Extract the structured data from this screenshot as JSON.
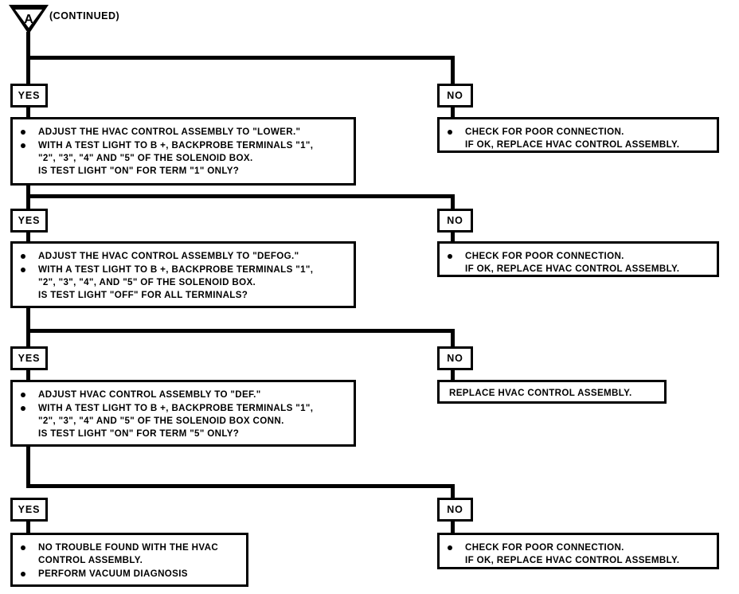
{
  "header": {
    "connector_icon": "triangle-connector-a",
    "connector_letter": "A",
    "label": "(CONTINUED)"
  },
  "labels": {
    "yes": "YES",
    "no": "NO"
  },
  "steps": [
    {
      "id": "step-1",
      "yes_label": "YES",
      "no_label": "NO",
      "yes_box": {
        "name": "step-1-question-box",
        "items": [
          "ADJUST THE HVAC CONTROL ASSEMBLY TO \"LOWER.\"",
          "WITH A TEST LIGHT TO B +, BACKPROBE TERMINALS \"1\",\n\"2\", \"3\", \"4\" AND \"5\" OF THE SOLENOID BOX.\nIS TEST LIGHT \"ON\" FOR TERM \"1\" ONLY?"
        ]
      },
      "no_box": {
        "name": "step-1-no-action-box",
        "items": [
          "CHECK FOR POOR CONNECTION.\nIF OK, REPLACE HVAC CONTROL ASSEMBLY."
        ]
      }
    },
    {
      "id": "step-2",
      "yes_label": "YES",
      "no_label": "NO",
      "yes_box": {
        "name": "step-2-question-box",
        "items": [
          "ADJUST THE HVAC CONTROL ASSEMBLY TO \"DEFOG.\"",
          "WITH A TEST LIGHT TO B +, BACKPROBE TERMINALS \"1\",\n\"2\", \"3\", \"4\", AND \"5\" OF THE SOLENOID BOX.\nIS TEST LIGHT \"OFF\" FOR ALL TERMINALS?"
        ]
      },
      "no_box": {
        "name": "step-2-no-action-box",
        "items": [
          "CHECK FOR POOR CONNECTION.\nIF OK, REPLACE HVAC CONTROL ASSEMBLY."
        ]
      }
    },
    {
      "id": "step-3",
      "yes_label": "YES",
      "no_label": "NO",
      "yes_box": {
        "name": "step-3-question-box",
        "items": [
          "ADJUST HVAC CONTROL ASSEMBLY TO \"DEF.\"",
          "WITH A TEST LIGHT TO B +, BACKPROBE TERMINALS \"1\",\n\"2\", \"3\", \"4\" AND \"5\" OF THE SOLENOID BOX CONN.\nIS TEST LIGHT \"ON\" FOR TERM \"5\" ONLY?"
        ]
      },
      "no_box": {
        "name": "step-3-no-action-box",
        "items": [
          "REPLACE HVAC CONTROL ASSEMBLY."
        ]
      }
    },
    {
      "id": "step-4",
      "yes_label": "YES",
      "no_label": "NO",
      "yes_box": {
        "name": "step-4-result-box",
        "items": [
          "NO TROUBLE FOUND WITH THE HVAC\nCONTROL ASSEMBLY.",
          "PERFORM VACUUM DIAGNOSIS"
        ]
      },
      "no_box": {
        "name": "step-4-no-action-box",
        "items": [
          "CHECK FOR POOR CONNECTION.\nIF OK, REPLACE HVAC CONTROL ASSEMBLY."
        ]
      }
    }
  ],
  "colors": {
    "ink": "#000000",
    "paper": "#ffffff"
  }
}
